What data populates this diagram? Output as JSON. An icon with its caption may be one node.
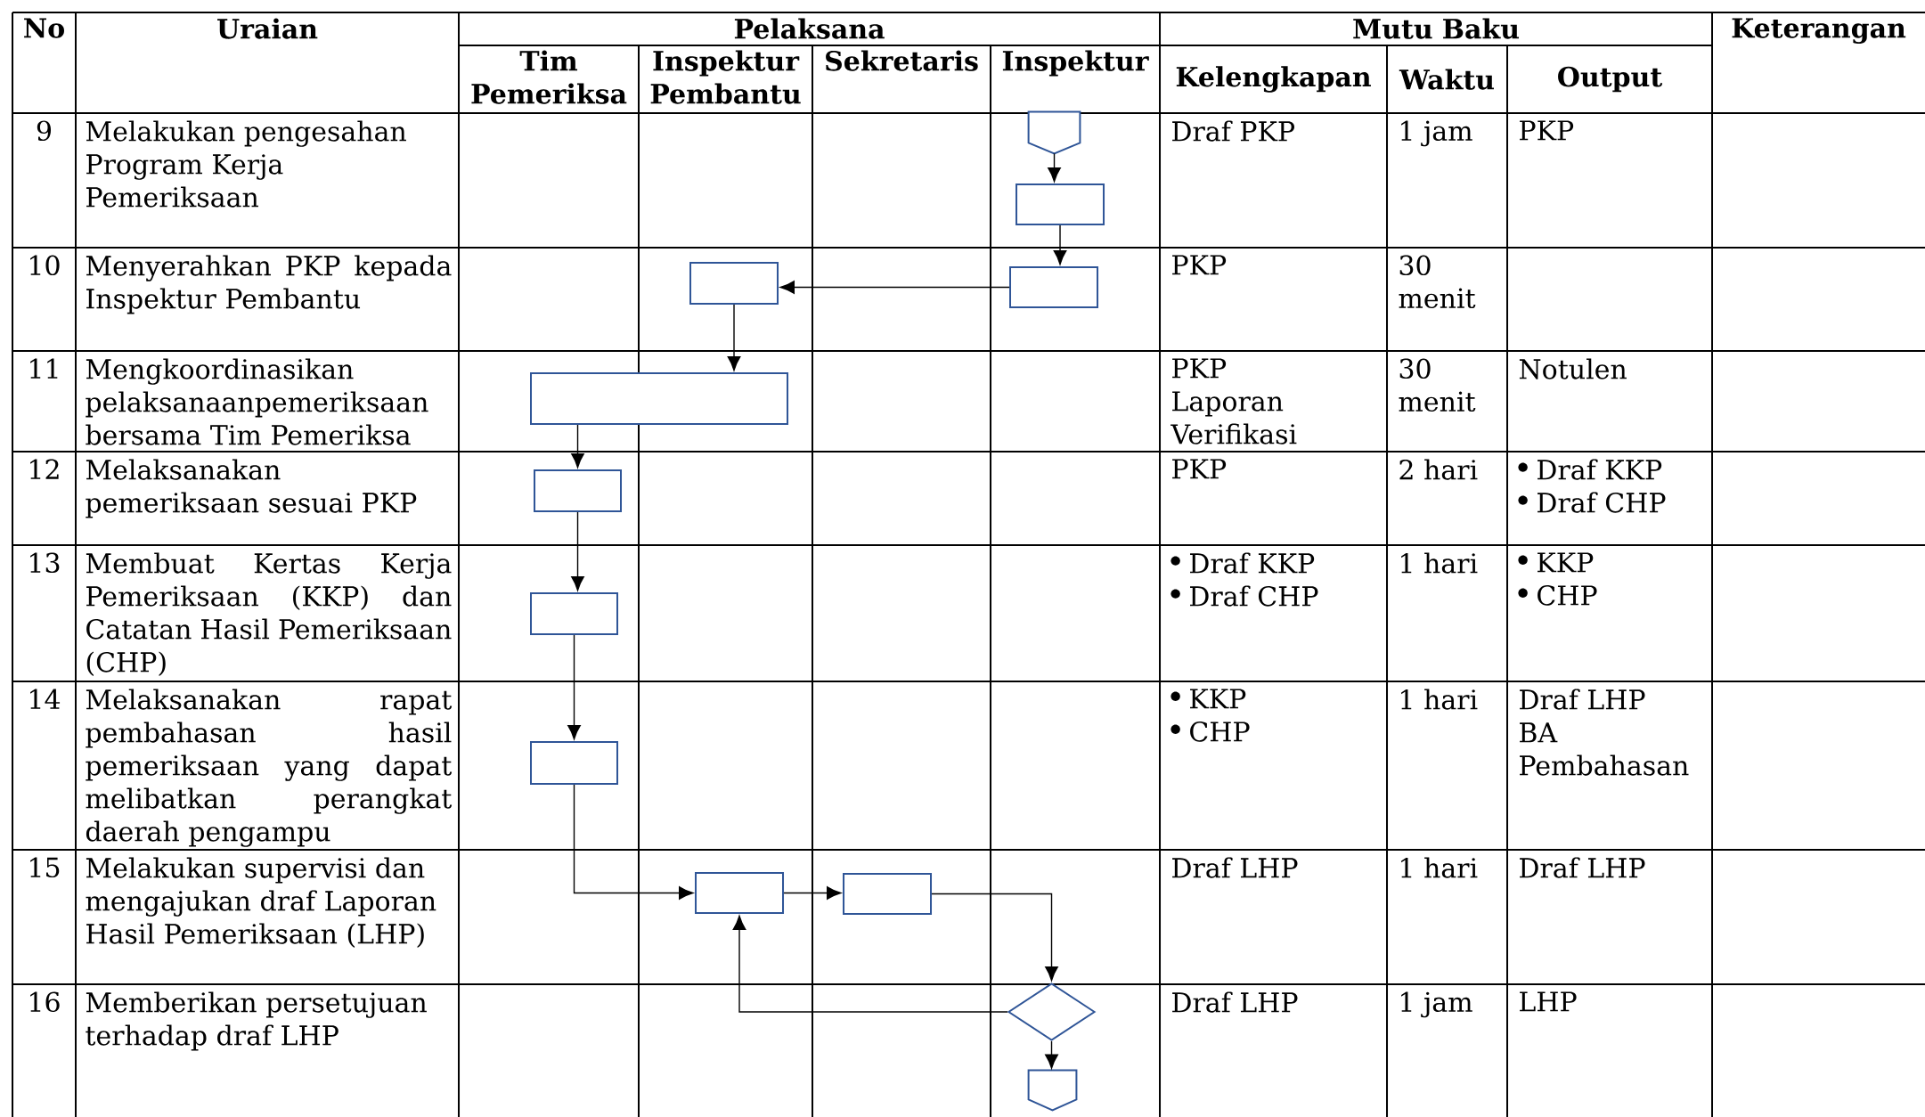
{
  "diagram": {
    "nodes": [
      {
        "text": [],
        "shape": "pentagon"
      },
      {
        "text": [],
        "shape": "box"
      },
      {
        "text": [],
        "shape": "box"
      },
      {
        "text": [],
        "shape": "box"
      },
      {
        "text": [],
        "shape": "box"
      },
      {
        "text": [],
        "shape": "box"
      },
      {
        "text": [],
        "shape": "box"
      },
      {
        "text": [],
        "shape": "box"
      },
      {
        "text": [],
        "shape": "box"
      },
      {
        "text": [],
        "shape": "box"
      },
      {
        "text": [],
        "shape": "diamond"
      },
      {
        "text": [],
        "shape": "pentagon"
      }
    ],
    "edges": [
      {
        "from": 0,
        "to": 1,
        "arrow": "to"
      },
      {
        "from": 1,
        "to": 2,
        "arrow": "to"
      },
      {
        "from": 2,
        "to": 3,
        "arrow": "to"
      },
      {
        "from": 3,
        "to": 4,
        "arrow": "to"
      },
      {
        "from": 4,
        "to": 5,
        "arrow": "to"
      },
      {
        "from": 5,
        "to": 6,
        "arrow": "to"
      },
      {
        "from": 6,
        "to": 7,
        "arrow": "to"
      },
      {
        "from": 7,
        "to": 8,
        "arrow": "to"
      },
      {
        "from": 8,
        "to": 9,
        "arrow": "to"
      },
      {
        "from": 9,
        "to": 10,
        "arrow": "to"
      },
      {
        "from": 10,
        "to": 8,
        "arrow": "to"
      },
      {
        "from": 10,
        "to": 11,
        "arrow": "to"
      }
    ],
    "labels": [
      "No",
      "Uraian",
      "Pelaksana",
      "Mutu Baku",
      "Keterangan",
      "Tim Pemeriksa",
      "Inspektur Pembantu",
      "Sekretaris",
      "Inspektur",
      "Kelengkapan",
      "Waktu",
      "Output",
      "9",
      "Melakukan pengesahan Program Kerja Pemeriksaan",
      "Draf PKP",
      "1 jam",
      "PKP",
      "10",
      "Menyerahkan PKP kepada Inspektur Pembantu",
      "PKP",
      "30 menit",
      "11",
      "Mengkoordinasikan pelaksanaanpemeriksaan bersama Tim Pemeriksa",
      "PKP",
      "Laporan Verifikasi",
      "30 menit",
      "Notulen",
      "12",
      "Melaksanakan pemeriksaan sesuai PKP",
      "PKP",
      "2 hari",
      "Draf KKP",
      "Draf CHP",
      "13",
      "Membuat Kertas Kerja Pemeriksaan (KKP) dan Catatan Hasil Pemeriksaan (CHP)",
      "Draf KKP",
      "Draf CHP",
      "1 hari",
      "KKP",
      "CHP",
      "14",
      "Melaksanakan rapat pembahasan hasil pemeriksaan yang dapat melibatkan perangkat daerah pengampu",
      "KKP",
      "CHP",
      "1 hari",
      "Draf LHP",
      "BA Pembahasan",
      "15",
      "Melakukan supervisi dan mengajukan draf Laporan Hasil Pemeriksaan (LHP)",
      "Draf LHP",
      "1 hari",
      "Draf LHP",
      "16",
      "Memberikan persetujuan terhadap draf LHP",
      "Draf LHP",
      "1 jam",
      "LHP"
    ]
  }
}
